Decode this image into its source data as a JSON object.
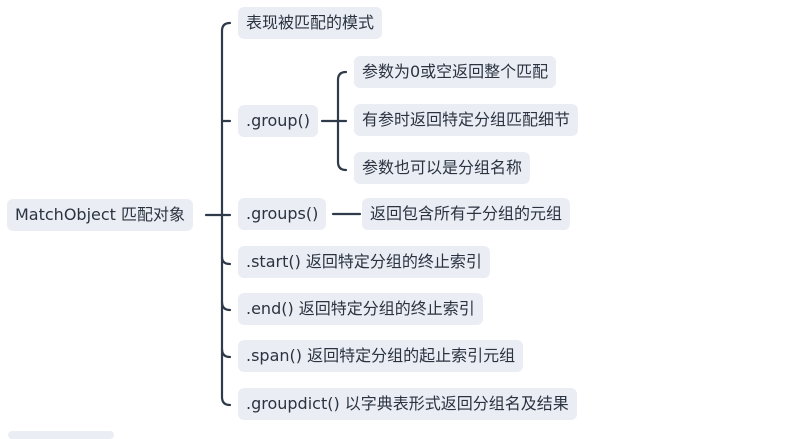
{
  "root": {
    "label": "MatchObject 匹配对象"
  },
  "branches": {
    "pattern": {
      "label": "表现被匹配的模式"
    },
    "group": {
      "label": ".group()",
      "children": [
        {
          "label": "参数为0或空返回整个匹配"
        },
        {
          "label": "有参时返回特定分组匹配细节"
        },
        {
          "label": "参数也可以是分组名称"
        }
      ]
    },
    "groups": {
      "label": ".groups()",
      "children": [
        {
          "label": "返回包含所有子分组的元组"
        }
      ]
    },
    "start": {
      "label": ".start() 返回特定分组的终止索引"
    },
    "end": {
      "label": ".end()  返回特定分组的终止索引"
    },
    "span": {
      "label": ".span()  返回特定分组的起止索引元组"
    },
    "groupdict": {
      "label": ".groupdict()  以字典表形式返回分组名及结果"
    }
  },
  "colors": {
    "line": "#2f3a4a",
    "node_bg": "#eaeef4",
    "text": "#2b3340"
  }
}
